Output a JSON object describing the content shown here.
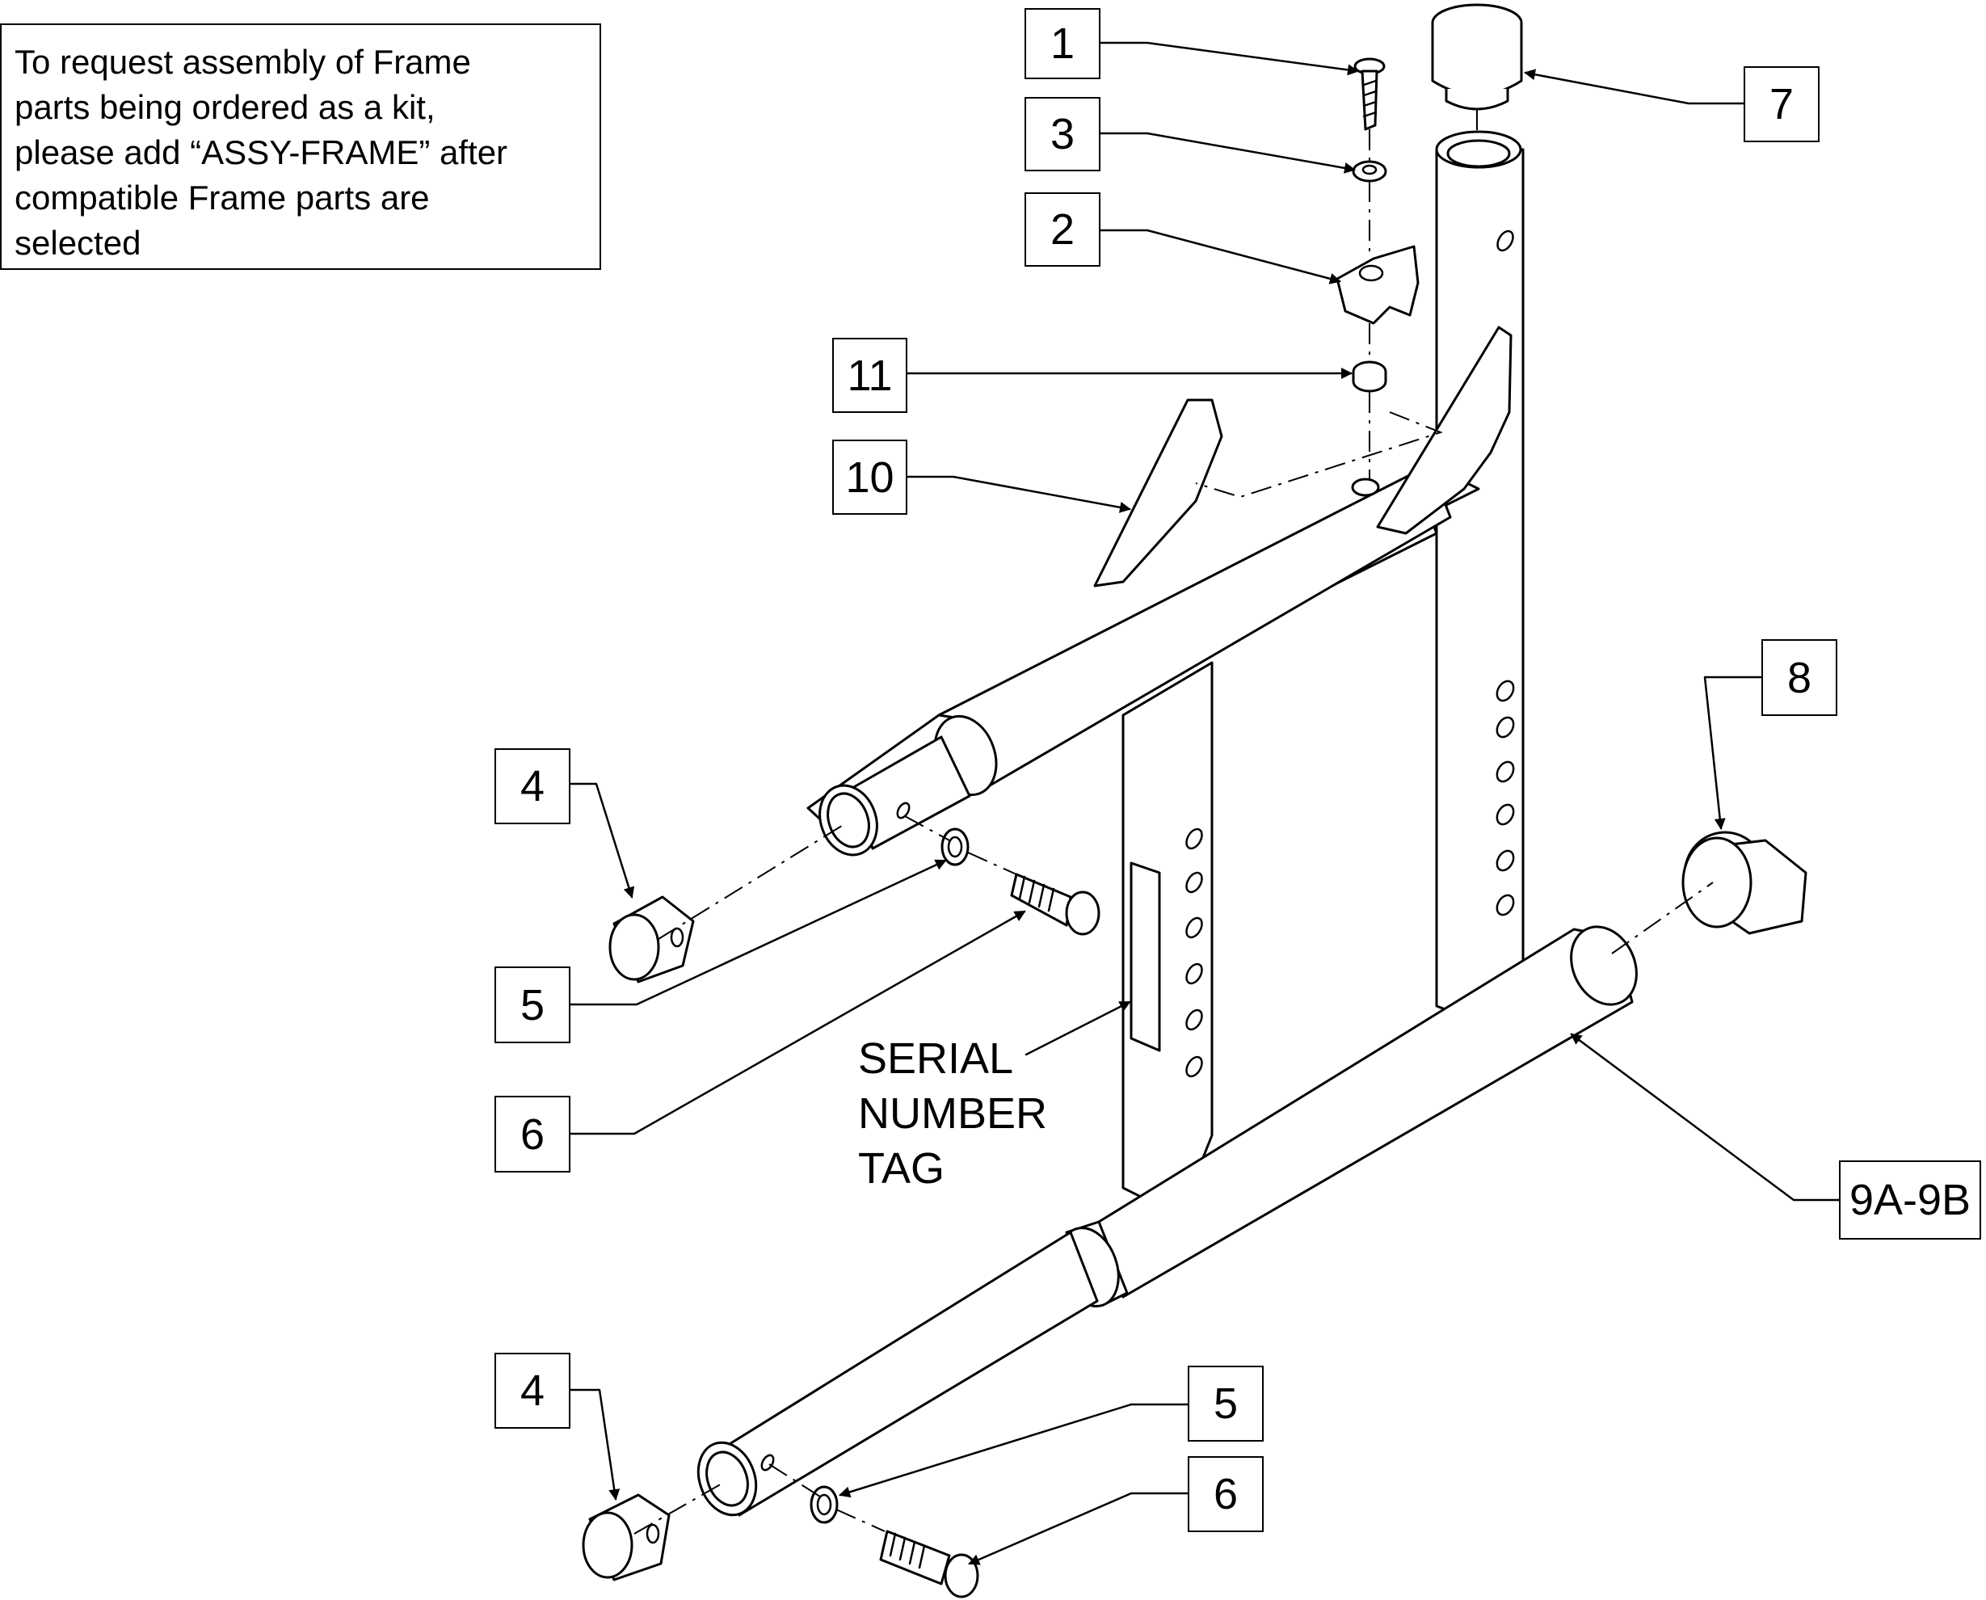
{
  "note": {
    "lines": [
      "To request assembly of Frame",
      "parts being ordered as a kit,",
      "please add “ASSY-FRAME” after",
      "compatible Frame parts are",
      "selected"
    ]
  },
  "callouts": {
    "c1": "1",
    "c3": "3",
    "c2": "2",
    "c11": "11",
    "c10": "10",
    "c7": "7",
    "c8": "8",
    "c4_top": "4",
    "c5_top": "5",
    "c6_top": "6",
    "c9": "9A-9B",
    "c4_bottom": "4",
    "c5_bottom": "5",
    "c6_bottom": "6"
  },
  "serial_tag": {
    "lines": [
      "SERIAL",
      "NUMBER",
      "TAG"
    ]
  }
}
